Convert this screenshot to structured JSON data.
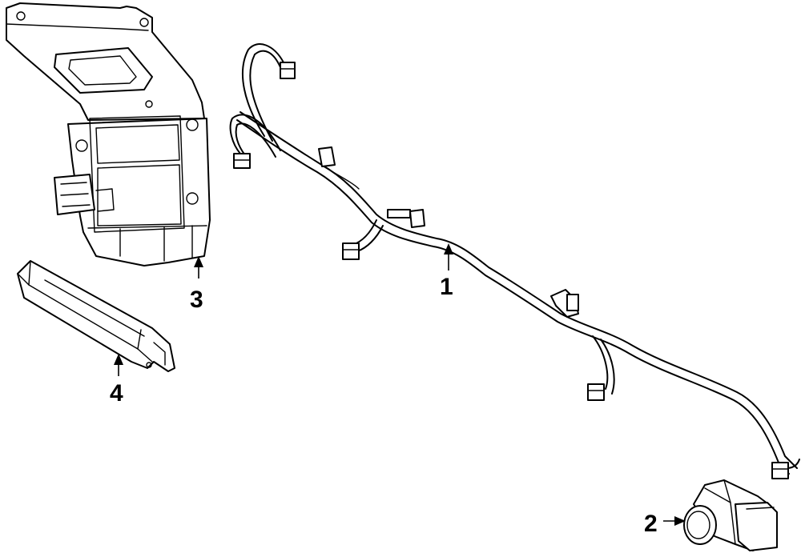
{
  "callouts": [
    {
      "id": "harness",
      "label": "1"
    },
    {
      "id": "sensor",
      "label": "2"
    },
    {
      "id": "module",
      "label": "3"
    },
    {
      "id": "antenna",
      "label": "4"
    }
  ]
}
